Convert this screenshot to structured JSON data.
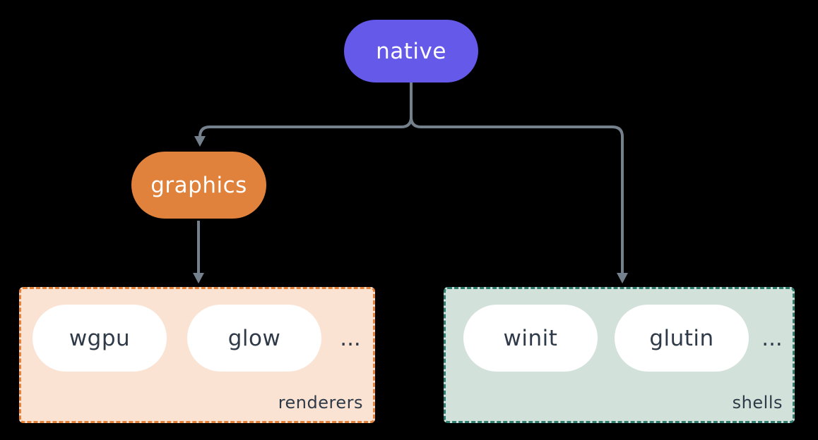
{
  "diagram": {
    "background_color": "#000000",
    "connector_color": "#75808d",
    "nodes": {
      "native": {
        "label": "native",
        "bg_color": "#6459e9",
        "text_color": "#ffffff"
      },
      "graphics": {
        "label": "graphics",
        "bg_color": "#e0813c",
        "text_color": "#ffffff"
      }
    },
    "groups": {
      "renderers": {
        "label": "renderers",
        "bg_color": "#fae3d3",
        "border_color": "#e5823a",
        "item_bg_color": "#ffffff",
        "item_text_color": "#2f3a48",
        "items": [
          "wgpu",
          "glow"
        ],
        "ellipsis": "..."
      },
      "shells": {
        "label": "shells",
        "bg_color": "#d2e1da",
        "border_color": "#2e7d6e",
        "item_bg_color": "#ffffff",
        "item_text_color": "#2f3a48",
        "items": [
          "winit",
          "glutin"
        ],
        "ellipsis": "..."
      }
    },
    "edges": [
      {
        "from": "native",
        "to": "graphics"
      },
      {
        "from": "native",
        "to": "shells"
      },
      {
        "from": "graphics",
        "to": "renderers"
      }
    ]
  }
}
